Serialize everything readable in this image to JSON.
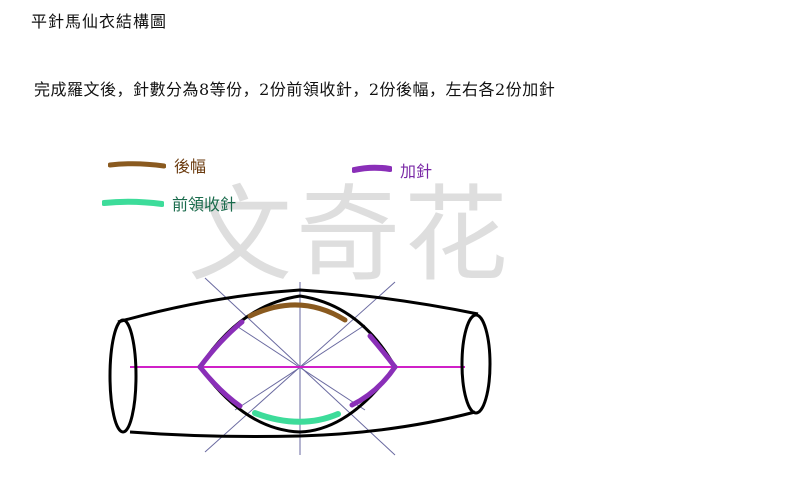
{
  "title": "平針馬仙衣結構圖",
  "description": "完成羅文後，針數分為8等份，2份前領收針，2份後幅，左右各2份加針",
  "watermark": "文奇花",
  "legend": {
    "back": {
      "label": "後幅",
      "color": "#8a5a1f"
    },
    "front_neck": {
      "label": "前領收針",
      "color": "#3ddc9a"
    },
    "increase": {
      "label": "加針",
      "color": "#8a2fb8"
    }
  },
  "colors": {
    "outline": "#000000",
    "sleeve_line": "#d020c8",
    "division_lines": "#6a6aa0"
  }
}
